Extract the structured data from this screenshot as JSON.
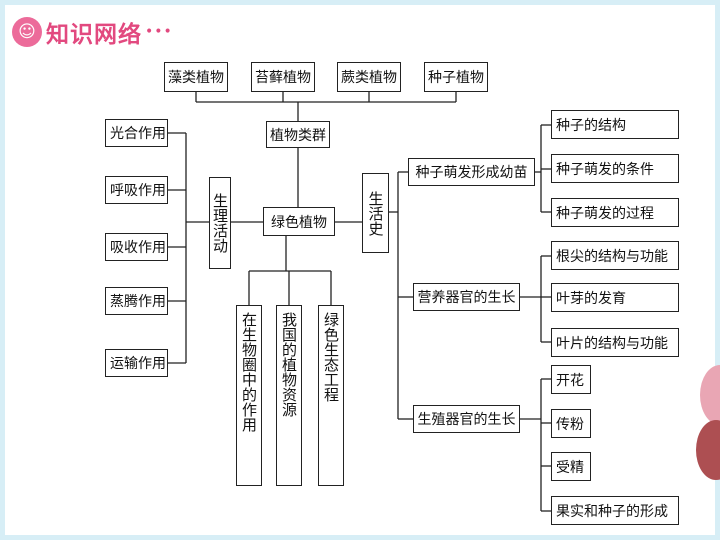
{
  "banner": {
    "badge": "☺",
    "title": "知识网络",
    "dots": "•••"
  },
  "groups": [
    {
      "label": "藻类植物"
    },
    {
      "label": "苔藓植物"
    },
    {
      "label": "蕨类植物"
    },
    {
      "label": "种子植物"
    }
  ],
  "categories_label": "植物类群",
  "center_label": "绿色植物",
  "physiology": {
    "label": "生理活动",
    "items": [
      "光合作用",
      "呼吸作用",
      "吸收作用",
      "蒸腾作用",
      "运输作用"
    ]
  },
  "roles": [
    {
      "label": "在生物圈中的作用"
    },
    {
      "label": "我国的植物资源"
    },
    {
      "label": "绿色生态工程"
    }
  ],
  "life_history": {
    "label": "生活史",
    "stages": [
      {
        "label": "种子萌发形成幼苗",
        "details": [
          "种子的结构",
          "种子萌发的条件",
          "种子萌发的过程"
        ]
      },
      {
        "label": "营养器官的生长",
        "details": [
          "根尖的结构与功能",
          "叶芽的发育",
          "叶片的结构与功能"
        ]
      },
      {
        "label": "生殖器官的生长",
        "details": [
          "开花",
          "传粉",
          "受精",
          "果实和种子的形成"
        ]
      }
    ]
  }
}
